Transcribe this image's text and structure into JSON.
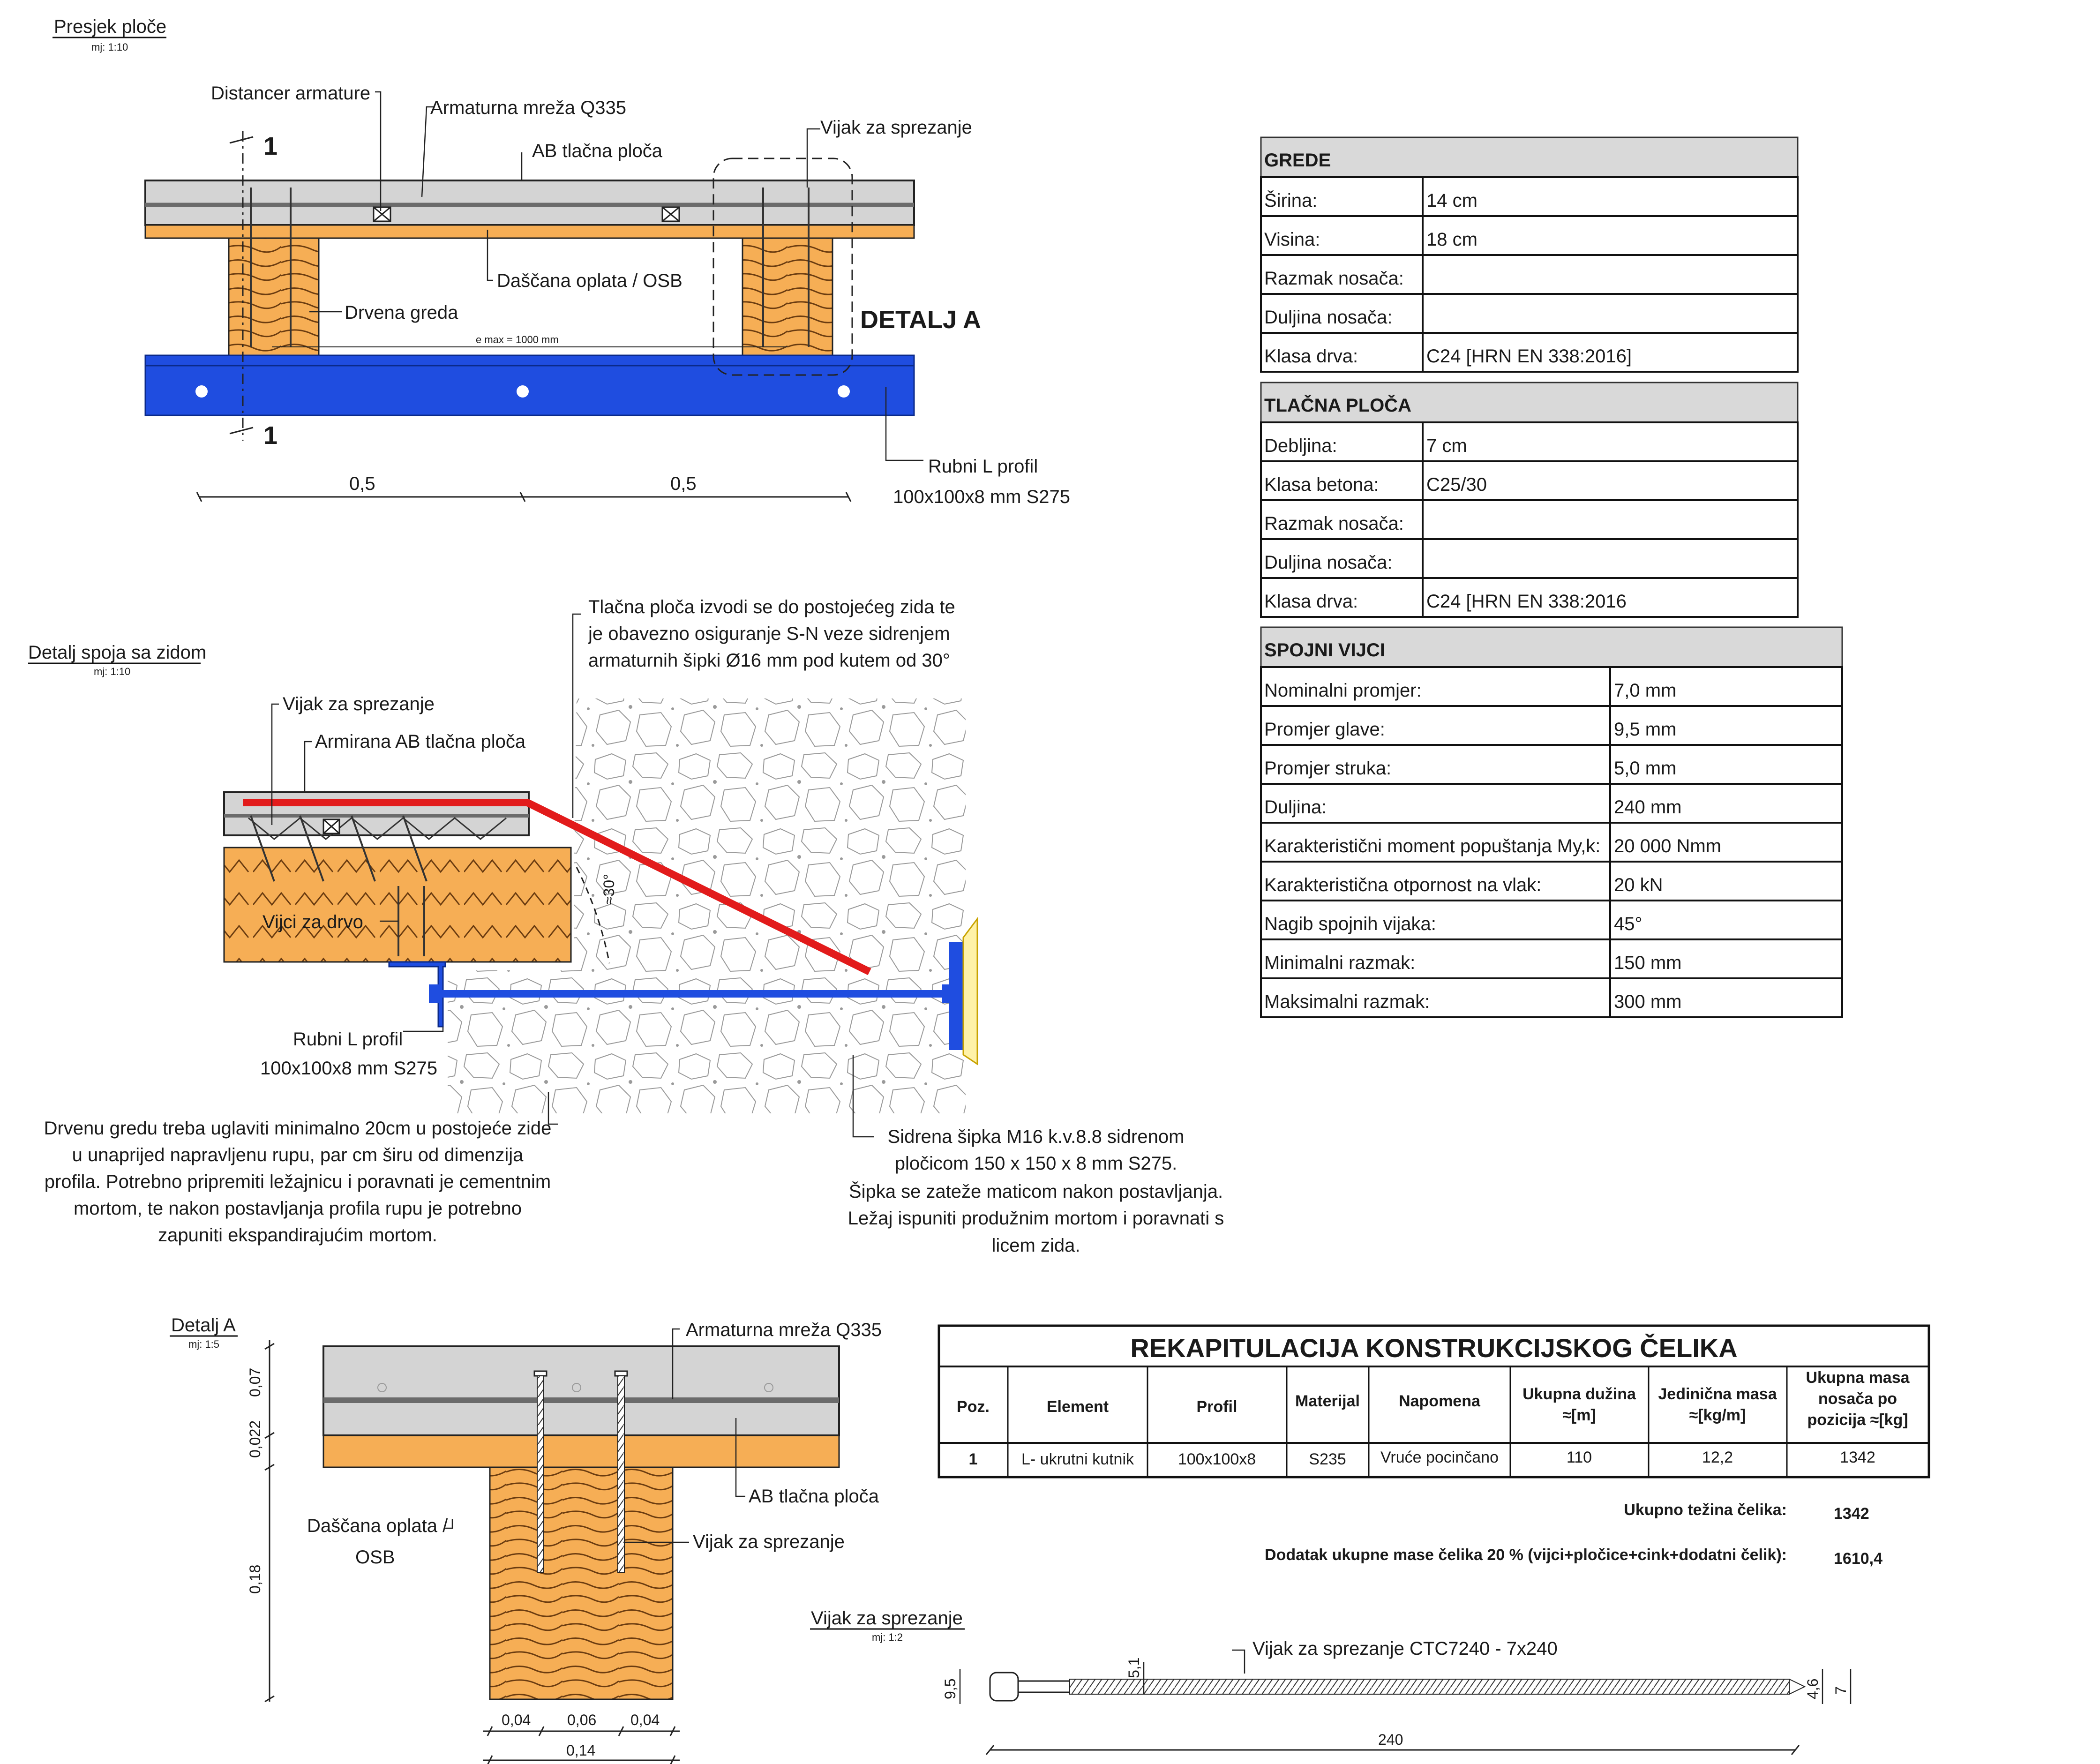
{
  "colors": {
    "concrete": "#d4d4d4",
    "timber": "#f6ae55",
    "steel_profile": "#1f4de0",
    "rebar_anchor": "#e21b1b",
    "table_header": "#d9d9d9",
    "anchor_plate": "#fff2a8"
  },
  "section": {
    "title": "Presjek ploče",
    "scale": "mj: 1:10",
    "labels": {
      "distancer": "Distancer armature",
      "mesh": "Armaturna mreža Q335",
      "slab": "AB tlačna ploča",
      "screw": "Vijak za sprezanje",
      "boarding": "Daščana oplata / OSB",
      "beam": "Drvena greda",
      "detail_a": "DETALJ A",
      "spacing": "e max = 1000 mm",
      "cut_mark": "1",
      "profile_1": "Rubni L profil",
      "profile_2": "100x100x8 mm S275",
      "dim_1": "0,5",
      "dim_2": "0,5"
    }
  },
  "wall_detail": {
    "title": "Detalj spoja sa zidom",
    "scale": "mj: 1:10",
    "labels": {
      "note_top_1": "Tlačna ploča izvodi se do postojećeg zida te",
      "note_top_2": "je obavezno osiguranje S-N veze sidrenjem",
      "note_top_3": "armaturnih šipki Ø16 mm pod kutem od 30°",
      "screw": "Vijak za sprezanje",
      "slab": "Armirana AB tlačna ploča",
      "wood_screws": "Vijci za drvo",
      "angle": "≈30°",
      "profile_1": "Rubni L profil",
      "profile_2": "100x100x8 mm S275",
      "note_left_1": "Drvenu gredu treba uglaviti minimalno 20cm u postojeće zide",
      "note_left_2": "u unaprijed napravljenu rupu, par cm širu od dimenzija",
      "note_left_3": "profila. Potrebno pripremiti ležajnicu i poravnati je cementnim",
      "note_left_4": "mortom, te nakon postavljanja profila rupu je potrebno",
      "note_left_5": "zapuniti ekspandirajućim mortom.",
      "note_right_1": "Sidrena šipka M16 k.v.8.8 sidrenom",
      "note_right_2": "pločicom 150 x 150 x 8 mm S275.",
      "note_right_3": "Šipka se zateže maticom nakon postavljanja.",
      "note_right_4": "Ležaj ispuniti produžnim mortom i poravnati s",
      "note_right_5": "licem zida."
    }
  },
  "detail_a": {
    "title": "Detalj A",
    "scale": "mj: 1:5",
    "labels": {
      "mesh": "Armaturna mreža Q335",
      "slab": "AB tlačna ploča",
      "boarding_1": "Daščana oplata /",
      "boarding_2": "OSB",
      "screw": "Vijak za sprezanje",
      "dim_v1": "0,07",
      "dim_v2": "0,022",
      "dim_v3": "0,18",
      "dim_h1": "0,04",
      "dim_h2": "0,06",
      "dim_h3": "0,04",
      "dim_total": "0,14"
    }
  },
  "screw_detail": {
    "title": "Vijak za sprezanje",
    "scale": "mj: 1:2",
    "labels": {
      "name": "Vijak za sprezanje CTC7240 - 7x240",
      "d_head": "9,5",
      "d_thread": "5,1",
      "d_tip": "4,6",
      "d_outer": "7",
      "length": "240"
    }
  },
  "tables": {
    "grede": {
      "title": "GREDE",
      "rows": [
        [
          "Širina:",
          "14 cm"
        ],
        [
          "Visina:",
          "18 cm"
        ],
        [
          "Razmak nosača:",
          ""
        ],
        [
          "Duljina nosača:",
          ""
        ],
        [
          "Klasa drva:",
          "C24 [HRN EN 338:2016]"
        ]
      ]
    },
    "tlacna": {
      "title": "TLAČNA PLOČA",
      "rows": [
        [
          "Debljina:",
          "7 cm"
        ],
        [
          "Klasa betona:",
          "C25/30"
        ],
        [
          "Razmak nosača:",
          ""
        ],
        [
          "Duljina nosača:",
          ""
        ],
        [
          "Klasa drva:",
          "C24 [HRN EN 338:2016"
        ]
      ]
    },
    "vijci": {
      "title": "SPOJNI VIJCI",
      "rows": [
        [
          "Nominalni promjer:",
          "7,0 mm"
        ],
        [
          "Promjer glave:",
          "9,5 mm"
        ],
        [
          "Promjer struka:",
          "5,0 mm"
        ],
        [
          "Duljina:",
          "240 mm"
        ],
        [
          "Karakteristični moment popuštanja My,k:",
          "20 000 Nmm"
        ],
        [
          "Karakteristična otpornost na vlak:",
          "20 kN"
        ],
        [
          "Nagib spojnih vijaka:",
          "45°"
        ],
        [
          "Minimalni razmak:",
          "150 mm"
        ],
        [
          "Maksimalni razmak:",
          "300 mm"
        ]
      ]
    }
  },
  "rekap": {
    "title": "REKAPITULACIJA KONSTRUKCIJSKOG ČELIKA",
    "headers": {
      "poz": "Poz.",
      "element": "Element",
      "profil": "Profil",
      "materijal": "Materijal",
      "napomena": "Napomena",
      "duzina_1": "Ukupna dužina",
      "duzina_2": "≈[m]",
      "jm_1": "Jedinična masa",
      "jm_2": "≈[kg/m]",
      "um_1": "Ukupna masa",
      "um_2": "nosača po",
      "um_3": "pozicija ≈[kg]"
    },
    "row": {
      "poz": "1",
      "element": "L- ukrutni kutnik",
      "profil": "100x100x8",
      "materijal": "S235",
      "napomena": "Vruće pocinčano",
      "duzina": "110",
      "jm": "12,2",
      "um": "1342"
    },
    "total_label": "Ukupno težina čelika:",
    "total_value": "1342",
    "extra_label": "Dodatak ukupne mase čelika 20 % (vijci+pločice+cink+dodatni čelik):",
    "extra_value": "1610,4"
  }
}
